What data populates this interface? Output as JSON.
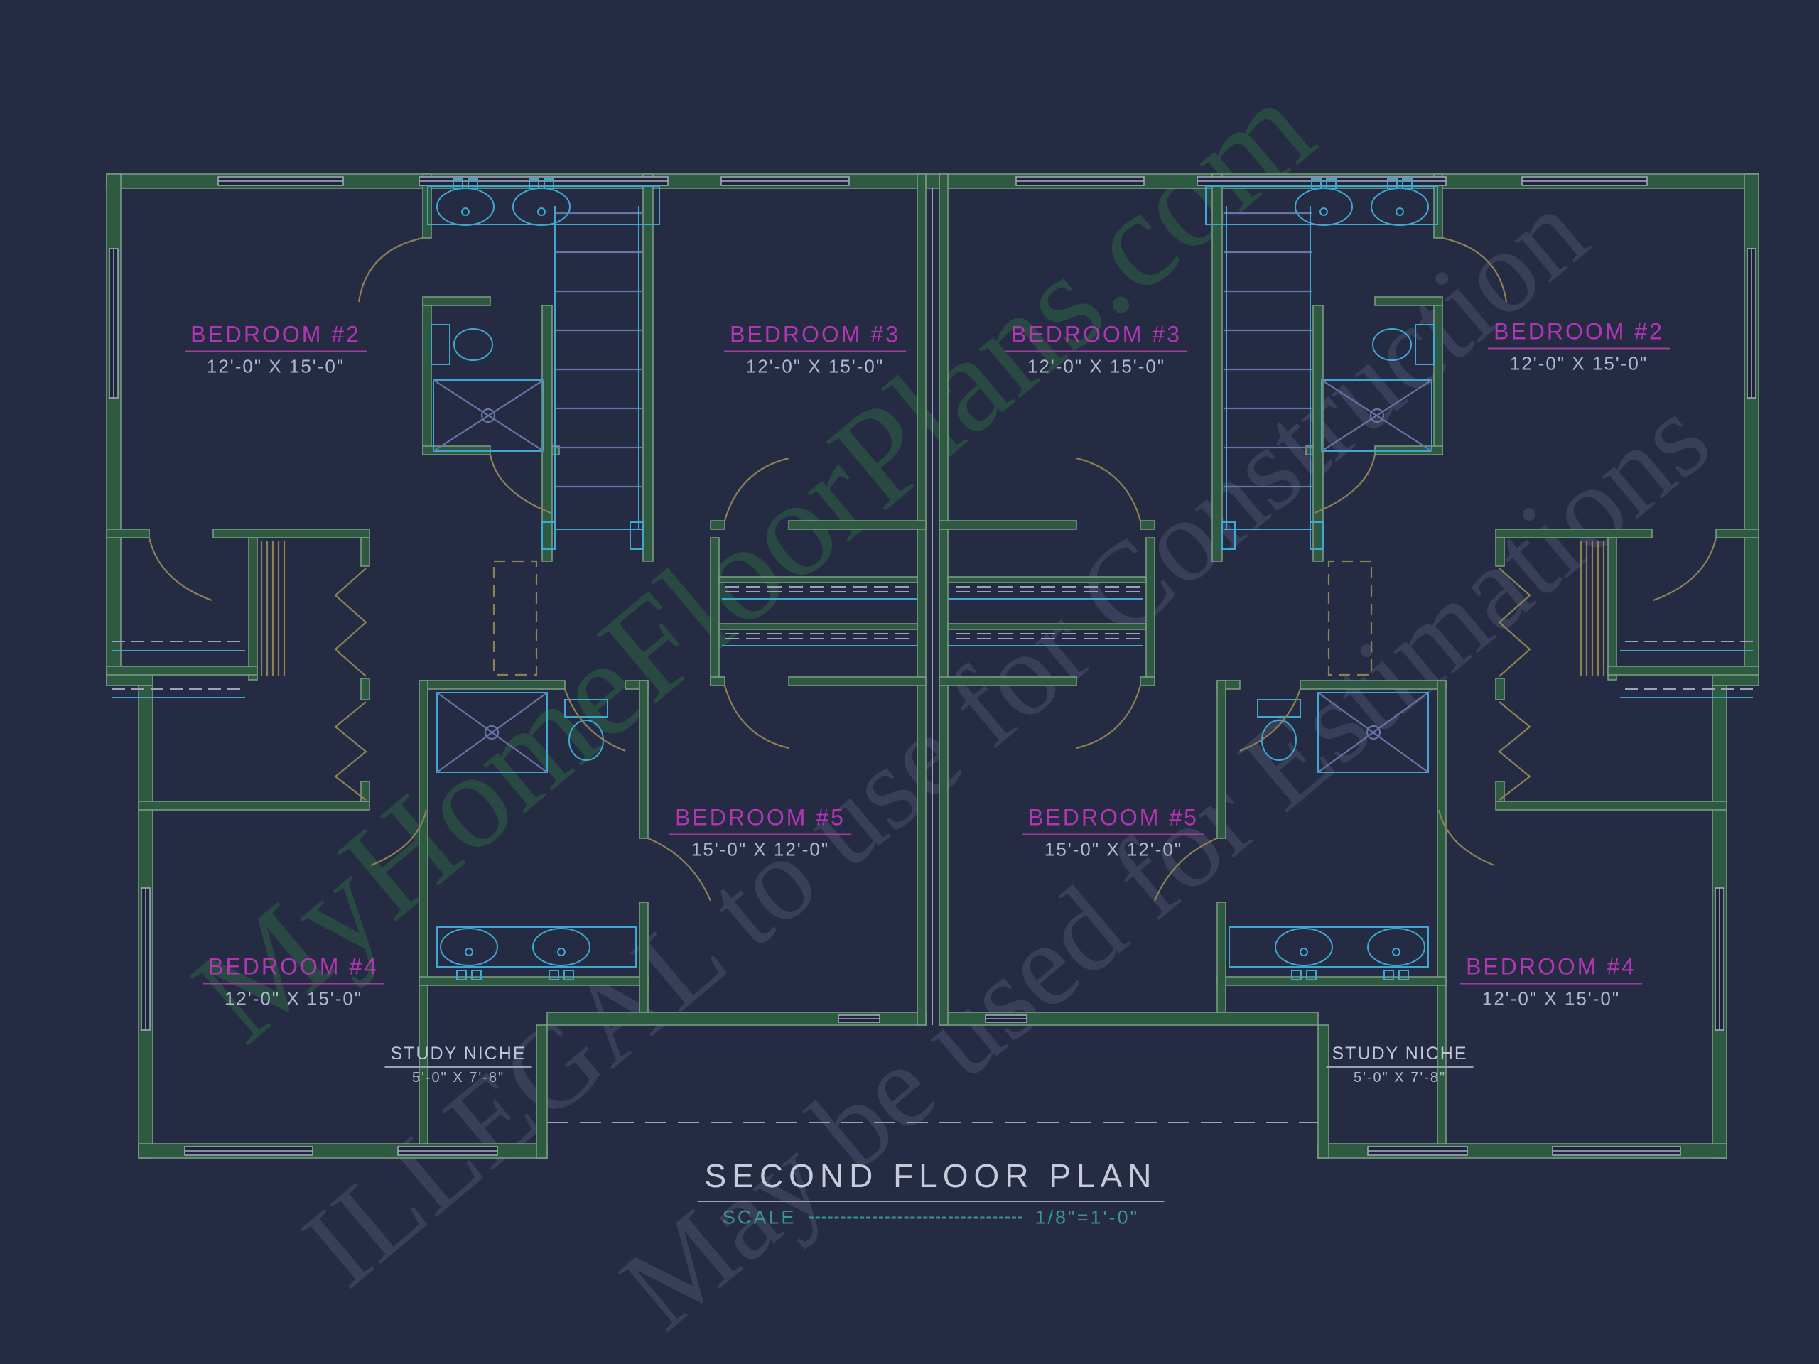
{
  "page": {
    "background": "#262b44"
  },
  "drawing": {
    "title": "SECOND FLOOR PLAN",
    "scale": {
      "label": "SCALE",
      "value": "1/8\"=1'-0\""
    },
    "watermarks": {
      "brand": "MyHomeFloorPlans.com",
      "warning": "ILLEGAL to use for Construction",
      "permission": "May be used for Estimations"
    },
    "units": {
      "left": {
        "rooms": [
          {
            "id": "bedroom-2",
            "name": "BEDROOM #2",
            "dims": "12'-0\" X 15'-0\""
          },
          {
            "id": "bedroom-3",
            "name": "BEDROOM #3",
            "dims": "12'-0\" X 15'-0\""
          },
          {
            "id": "bedroom-5",
            "name": "BEDROOM #5",
            "dims": "15'-0\" X 12'-0\""
          },
          {
            "id": "bedroom-4",
            "name": "BEDROOM #4",
            "dims": "12'-0\" X 15'-0\""
          },
          {
            "id": "study-niche",
            "name": "STUDY NICHE",
            "dims": "5'-0\" X 7'-8\""
          }
        ]
      },
      "right": {
        "rooms": [
          {
            "id": "bedroom-2",
            "name": "BEDROOM #2",
            "dims": "12'-0\" X 15'-0\""
          },
          {
            "id": "bedroom-3",
            "name": "BEDROOM #3",
            "dims": "12'-0\" X 15'-0\""
          },
          {
            "id": "bedroom-5",
            "name": "BEDROOM #5",
            "dims": "15'-0\" X 12'-0\""
          },
          {
            "id": "bedroom-4",
            "name": "BEDROOM #4",
            "dims": "12'-0\" X 15'-0\""
          },
          {
            "id": "study-niche",
            "name": "STUDY NICHE",
            "dims": "5'-0\" X 7'-8\""
          }
        ]
      }
    },
    "colors": {
      "background": "#262b44",
      "wall_green": "#2d5a40",
      "fixture_cyan": "#3fa8d0",
      "label_magenta": "#b136b1",
      "dimension_text": "#b2b8cb",
      "scale_teal": "#3a9494",
      "door_tan": "#8d8154",
      "stair_blue": "#6675a5"
    }
  }
}
